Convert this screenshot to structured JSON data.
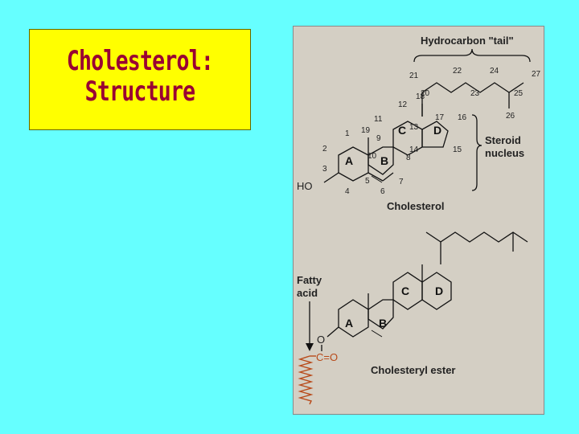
{
  "slide": {
    "title_line1": "Cholesterol:",
    "title_line2": "Structure",
    "background_color": "#66ffff",
    "title_box_color": "#ffff00",
    "title_text_color": "#990033"
  },
  "diagram": {
    "panel_color": "#d4cfc4",
    "tail_label": "Hydrocarbon \"tail\"",
    "steroid_label_1": "Steroid",
    "steroid_label_2": "nucleus",
    "cholesterol_label": "Cholesterol",
    "ester_label": "Cholesteryl ester",
    "fatty_label_1": "Fatty",
    "fatty_label_2": "acid",
    "ho_label": "HO",
    "o_label": "O",
    "co_label": "C=O",
    "rings": [
      "A",
      "B",
      "C",
      "D"
    ],
    "carbon_numbers": {
      "c1": "1",
      "c2": "2",
      "c3": "3",
      "c4": "4",
      "c5": "5",
      "c6": "6",
      "c7": "7",
      "c8": "8",
      "c9": "9",
      "c10": "10",
      "c11": "11",
      "c12": "12",
      "c13": "13",
      "c14": "14",
      "c15": "15",
      "c16": "16",
      "c17": "17",
      "c18": "18",
      "c19": "19",
      "c20": "20",
      "c21": "21",
      "c22": "22",
      "c23": "23",
      "c24": "24",
      "c25": "25",
      "c26": "26",
      "c27": "27"
    },
    "accent_color": "#b84a1a"
  }
}
